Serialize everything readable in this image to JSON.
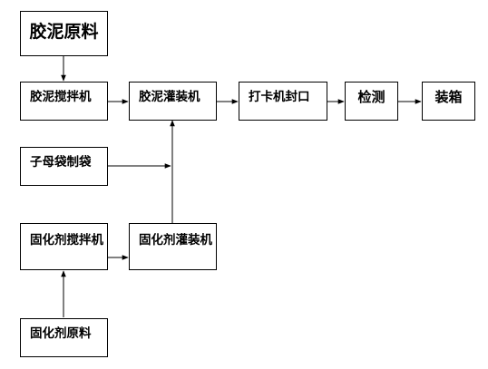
{
  "nodes": {
    "jiaoni_yuanliao": "胶泥原料",
    "jiaoni_jiaoban": "胶泥搅拌机",
    "jiaoni_guanzhuang": "胶泥灌装机",
    "daka_fengkou": "打卡机封口",
    "jiance": "检测",
    "zhuangxiang": "装箱",
    "zimudai_zhidai": "子母袋制袋",
    "guhuaji_jiaoban": "固化剂搅拌机",
    "guhuaji_guanzhuang": "固化剂灌装机",
    "guhuaji_yuanliao": "固化剂原料"
  }
}
